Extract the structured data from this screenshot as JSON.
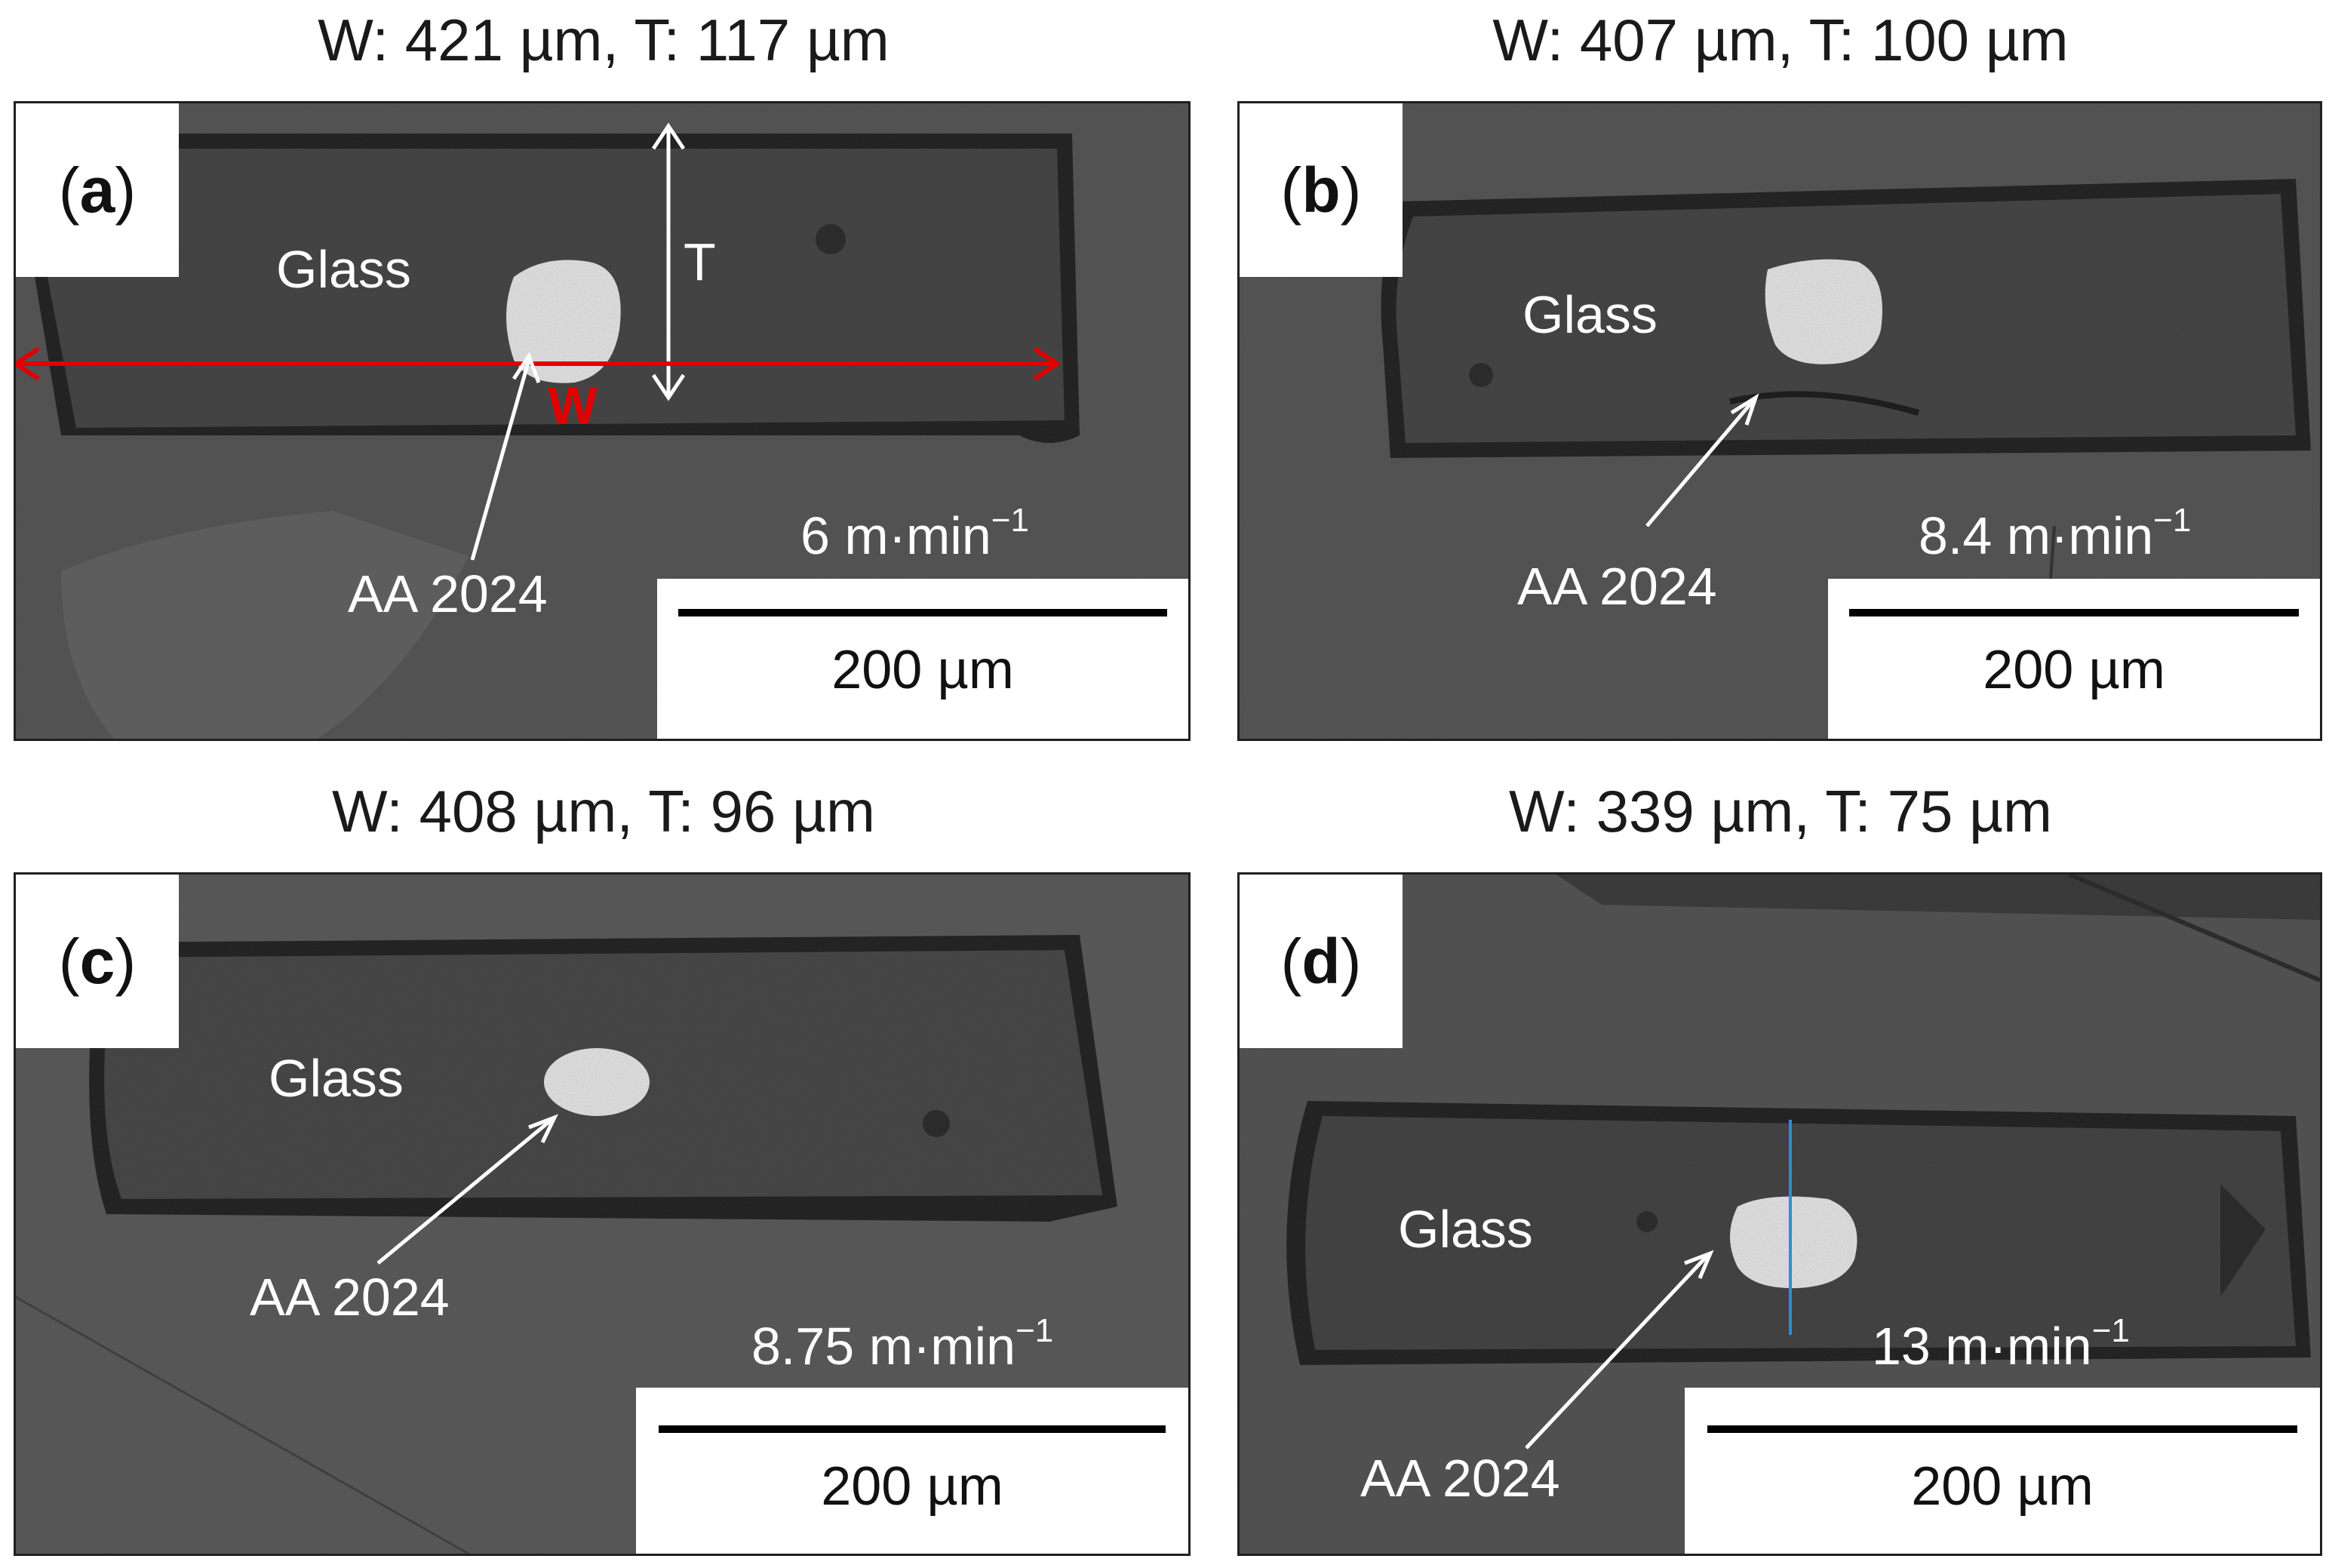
{
  "panels": [
    {
      "letter": "a",
      "title": "W: 421 µm, T: 117 µm",
      "material_glass": "Glass",
      "material_alloy": "AA 2024",
      "speed_value": "6 m·min",
      "speed_exp": "−1",
      "scale_label": "200 µm",
      "width_symbol": "W",
      "thickness_symbol": "T"
    },
    {
      "letter": "b",
      "title": "W: 407 µm, T: 100 µm",
      "material_glass": "Glass",
      "material_alloy": "AA 2024",
      "speed_value": "8.4 m·min",
      "speed_exp": "−1",
      "scale_label": "200 µm"
    },
    {
      "letter": "c",
      "title": "W: 408 µm, T: 96 µm",
      "material_glass": "Glass",
      "material_alloy": "AA 2024",
      "speed_value": "8.75 m·min",
      "speed_exp": "−1",
      "scale_label": "200 µm"
    },
    {
      "letter": "d",
      "title": "W: 339 µm, T: 75 µm",
      "material_glass": "Glass",
      "material_alloy": "AA 2024",
      "speed_value": "13 m·min",
      "speed_exp": "−1",
      "scale_label": "200 µm"
    }
  ],
  "colors": {
    "width_arrow": "#e00000",
    "cut_line": "#2a8fd6",
    "annotation": "#ffffff"
  }
}
